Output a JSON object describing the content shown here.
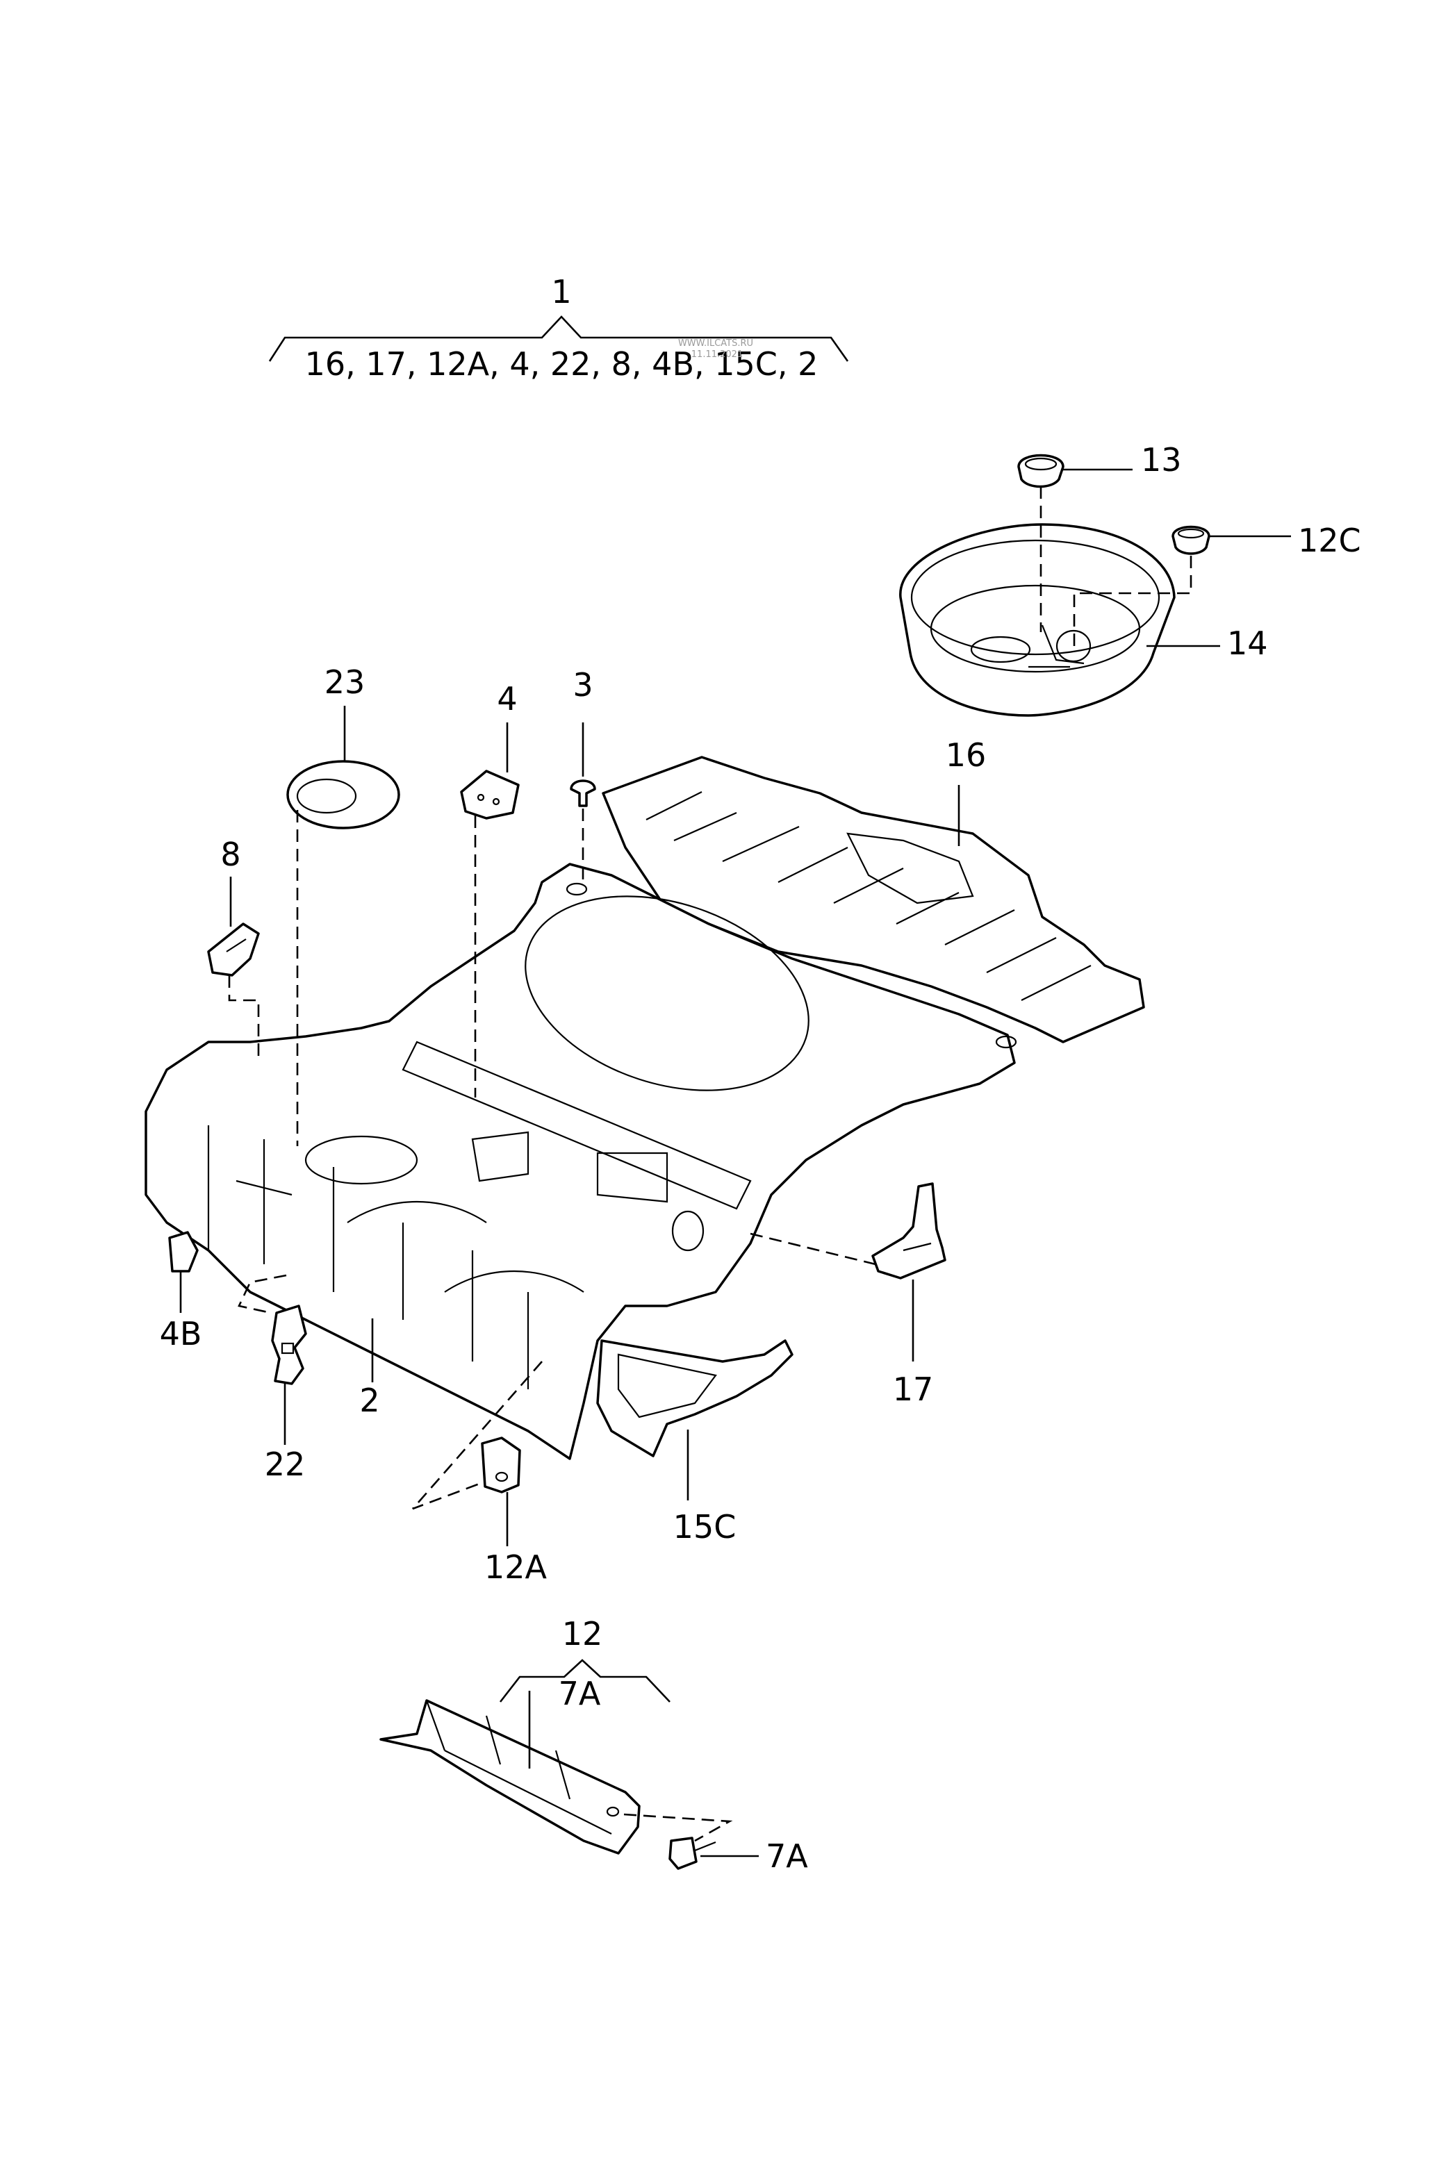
{
  "diagram": {
    "assembly": {
      "number": "1",
      "parts_list": "16, 17, 12A, 4, 22, 8, 4B, 15C, 2"
    },
    "watermark": [
      "WWW.ILCATS.RU",
      "11.11.2021"
    ],
    "callouts": {
      "p13": "13",
      "p12c": "12C",
      "p14": "14",
      "p16": "16",
      "p23": "23",
      "p4": "4",
      "p3": "3",
      "p8": "8",
      "p4b": "4B",
      "p22": "22",
      "p2": "2",
      "p12a": "12A",
      "p15c": "15C",
      "p17": "17"
    },
    "sub_assembly": {
      "number": "12",
      "parts_list": "7A"
    },
    "p7a": "7A"
  }
}
